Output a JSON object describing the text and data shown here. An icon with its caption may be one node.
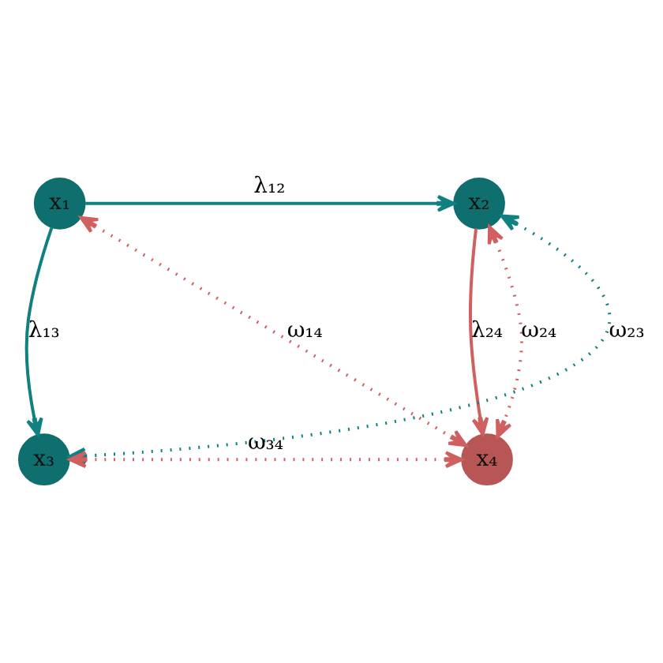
{
  "diagram": {
    "nodes": [
      {
        "text": [
          "x₁"
        ]
      },
      {
        "text": [
          "x₂"
        ]
      },
      {
        "text": [
          "x₃"
        ]
      },
      {
        "text": [
          "x₄"
        ]
      }
    ],
    "edges": [
      {
        "from": 0,
        "to": 1,
        "arrow": "to",
        "label": "λ₁₂",
        "color": "#108080"
      },
      {
        "from": 0,
        "to": 2,
        "arrow": "to",
        "label": "λ₁₃",
        "color": "#108080"
      },
      {
        "from": 1,
        "to": 3,
        "arrow": "to",
        "label": "λ₂₄"
      },
      {
        "from": 2,
        "to": 1,
        "arrow": "both",
        "label": "ω₂₃",
        "style": "dashed",
        "color": "#108080"
      },
      {
        "from": 0,
        "to": 3,
        "arrow": "both",
        "label": "ω₁₄",
        "style": "dashed"
      },
      {
        "from": 1,
        "to": 3,
        "arrow": "both",
        "label": "ω₂₄",
        "style": "dashed"
      },
      {
        "from": 2,
        "to": 3,
        "arrow": "both",
        "label": "ω₃₄",
        "style": "dashed"
      }
    ]
  }
}
